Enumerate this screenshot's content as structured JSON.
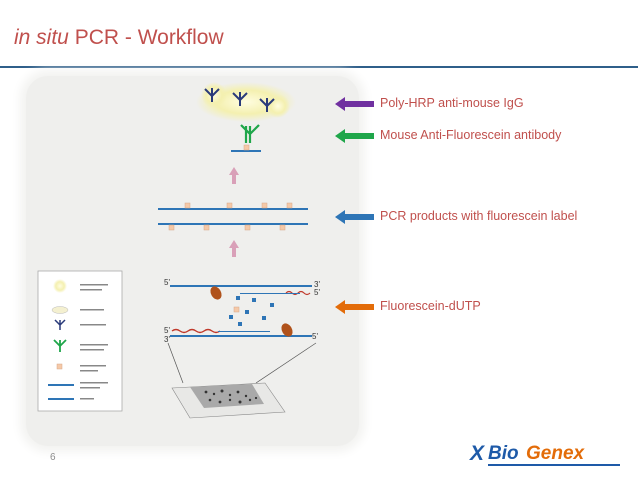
{
  "slide": {
    "title_italic": "in situ",
    "title_rest": " PCR - Workflow",
    "number": "6"
  },
  "labels": [
    {
      "text": "Poly-HRP anti-mouse IgG",
      "arrow_color": "#7030a0"
    },
    {
      "text": "Mouse Anti-Fluorescein antibody",
      "arrow_color": "#1fa64a"
    },
    {
      "text": "PCR products with fluorescein label",
      "arrow_color": "#2e75b6"
    },
    {
      "text": "Fluorescein-dUTP",
      "arrow_color": "#e36c09"
    }
  ],
  "strand_marks": {
    "top_left_5": "5'",
    "top_right_3": "3'",
    "top_right_5": "5'",
    "bottom_left_5": "5'",
    "bottom_left_3": "3'",
    "bottom_right_5": "5'"
  },
  "logo": {
    "x": "X",
    "bio": "Bio",
    "genex": "Genex"
  },
  "colors": {
    "title": "#c0504d",
    "strand": "#2e75b6",
    "fluorescein": "#f5c9a8",
    "dntp": "#2e75b6",
    "polymerase": "#b0521b",
    "primer": "#c0392b",
    "up_arrow": "#d9a0b8"
  }
}
